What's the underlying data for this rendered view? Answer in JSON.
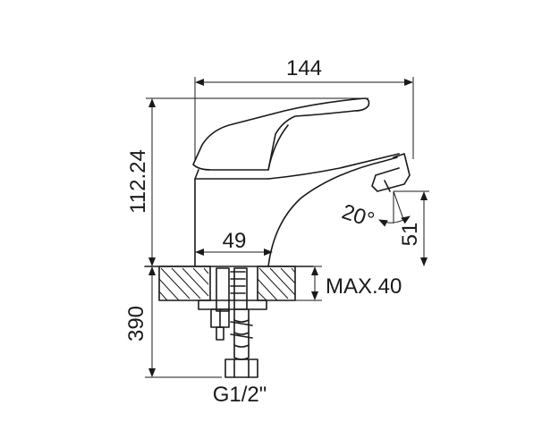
{
  "dimensions": {
    "width_total": "144",
    "height_total": "112.24",
    "spout_width": "49",
    "spout_height": "51",
    "spout_angle": "20°",
    "deck_thickness": "MAX.40",
    "hose_length": "390",
    "thread": "G1/2\""
  }
}
